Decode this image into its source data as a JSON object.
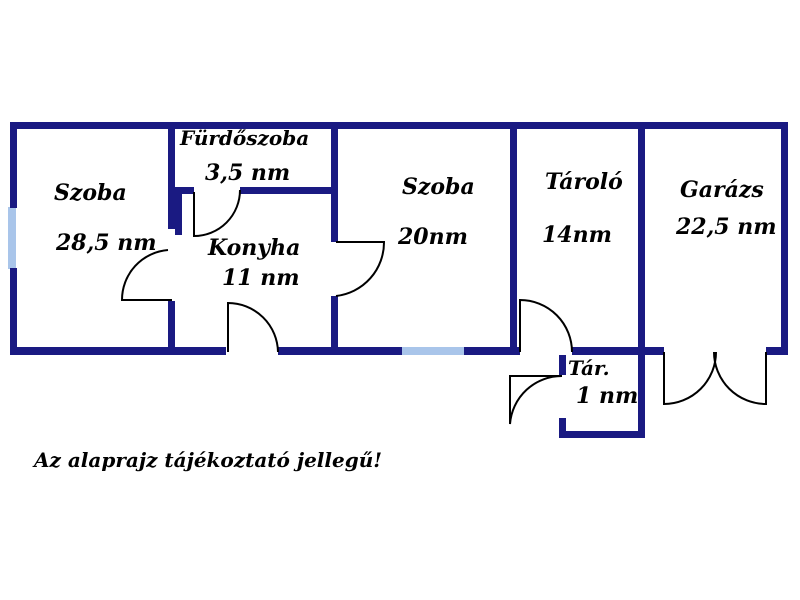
{
  "colors": {
    "wall": "#1a1a82",
    "window": "#a9c5ea",
    "door": "#000000",
    "text": "#000000"
  },
  "rooms": [
    {
      "id": "szoba-left",
      "name": "Szoba",
      "area": "28,5 nm"
    },
    {
      "id": "furdoszoba",
      "name": "Fürdőszoba",
      "area": "3,5 nm"
    },
    {
      "id": "konyha",
      "name": "Konyha",
      "area": "11 nm"
    },
    {
      "id": "szoba-right",
      "name": "Szoba",
      "area": "20nm"
    },
    {
      "id": "tarolo",
      "name": "Tároló",
      "area": "14nm"
    },
    {
      "id": "garazs",
      "name": "Garázs",
      "area": "22,5 nm"
    },
    {
      "id": "tar",
      "name": "Tár.",
      "area": "1 nm"
    }
  ],
  "note": "Az alaprajz tájékoztató jellegű!"
}
